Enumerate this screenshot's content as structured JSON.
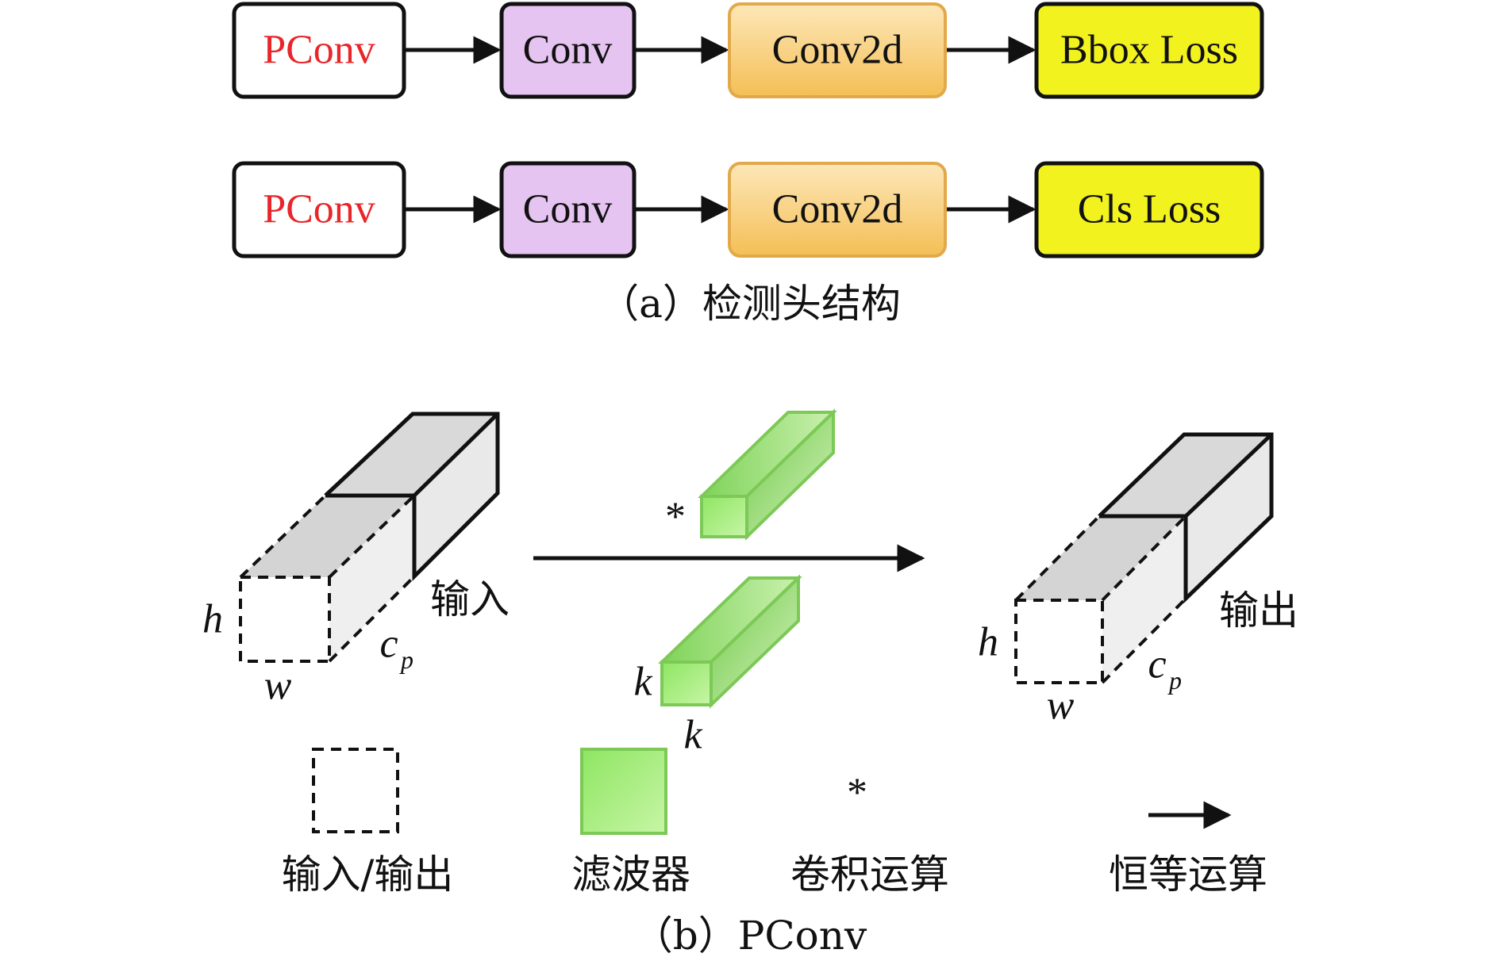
{
  "colors": {
    "pconv_text": "#e8262a",
    "conv_fill": "#e6c4f2",
    "conv2d_fill": "#f7c86a",
    "loss_fill": "#f2f21f",
    "filter_green": "#8fe05e",
    "face_gray": "#dcdcdc",
    "stroke": "#111111"
  },
  "panel_a": {
    "rows": [
      {
        "pconv": "PConv",
        "conv": "Conv",
        "conv2d": "Conv2d",
        "loss": "Bbox Loss"
      },
      {
        "pconv": "PConv",
        "conv": "Conv",
        "conv2d": "Conv2d",
        "loss": "Cls Loss"
      }
    ],
    "caption": "（a）检测头结构"
  },
  "panel_b": {
    "input": {
      "h": "h",
      "w": "w",
      "c": "c",
      "c_sub": "p",
      "label": "输入"
    },
    "output": {
      "h": "h",
      "w": "w",
      "c": "c",
      "c_sub": "p",
      "label": "输出"
    },
    "conv_symbol": "*",
    "filter": {
      "k_left": "k",
      "k_bottom": "k"
    },
    "legend": {
      "io": "输入/输出",
      "filter": "滤波器",
      "conv_symbol": "*",
      "conv": "卷积运算",
      "identity": "恒等运算"
    },
    "caption": "（b）PConv"
  }
}
